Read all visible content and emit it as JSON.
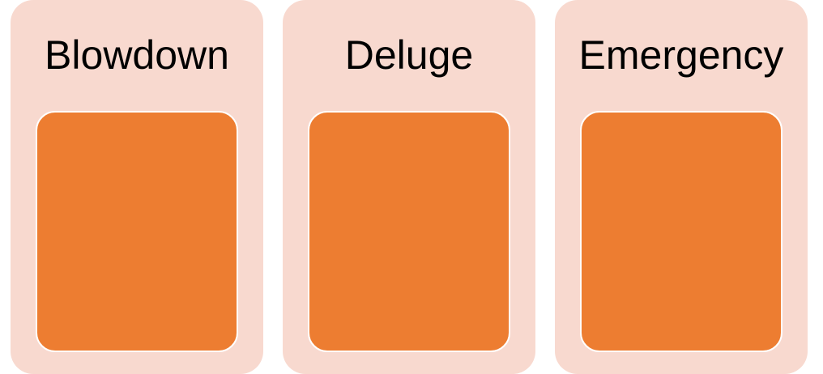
{
  "colors": {
    "panel": "#F8D9CF",
    "box": "#ED7D31"
  },
  "panels": [
    {
      "label": "Blowdown"
    },
    {
      "label": "Deluge"
    },
    {
      "label": "Emergency"
    }
  ]
}
